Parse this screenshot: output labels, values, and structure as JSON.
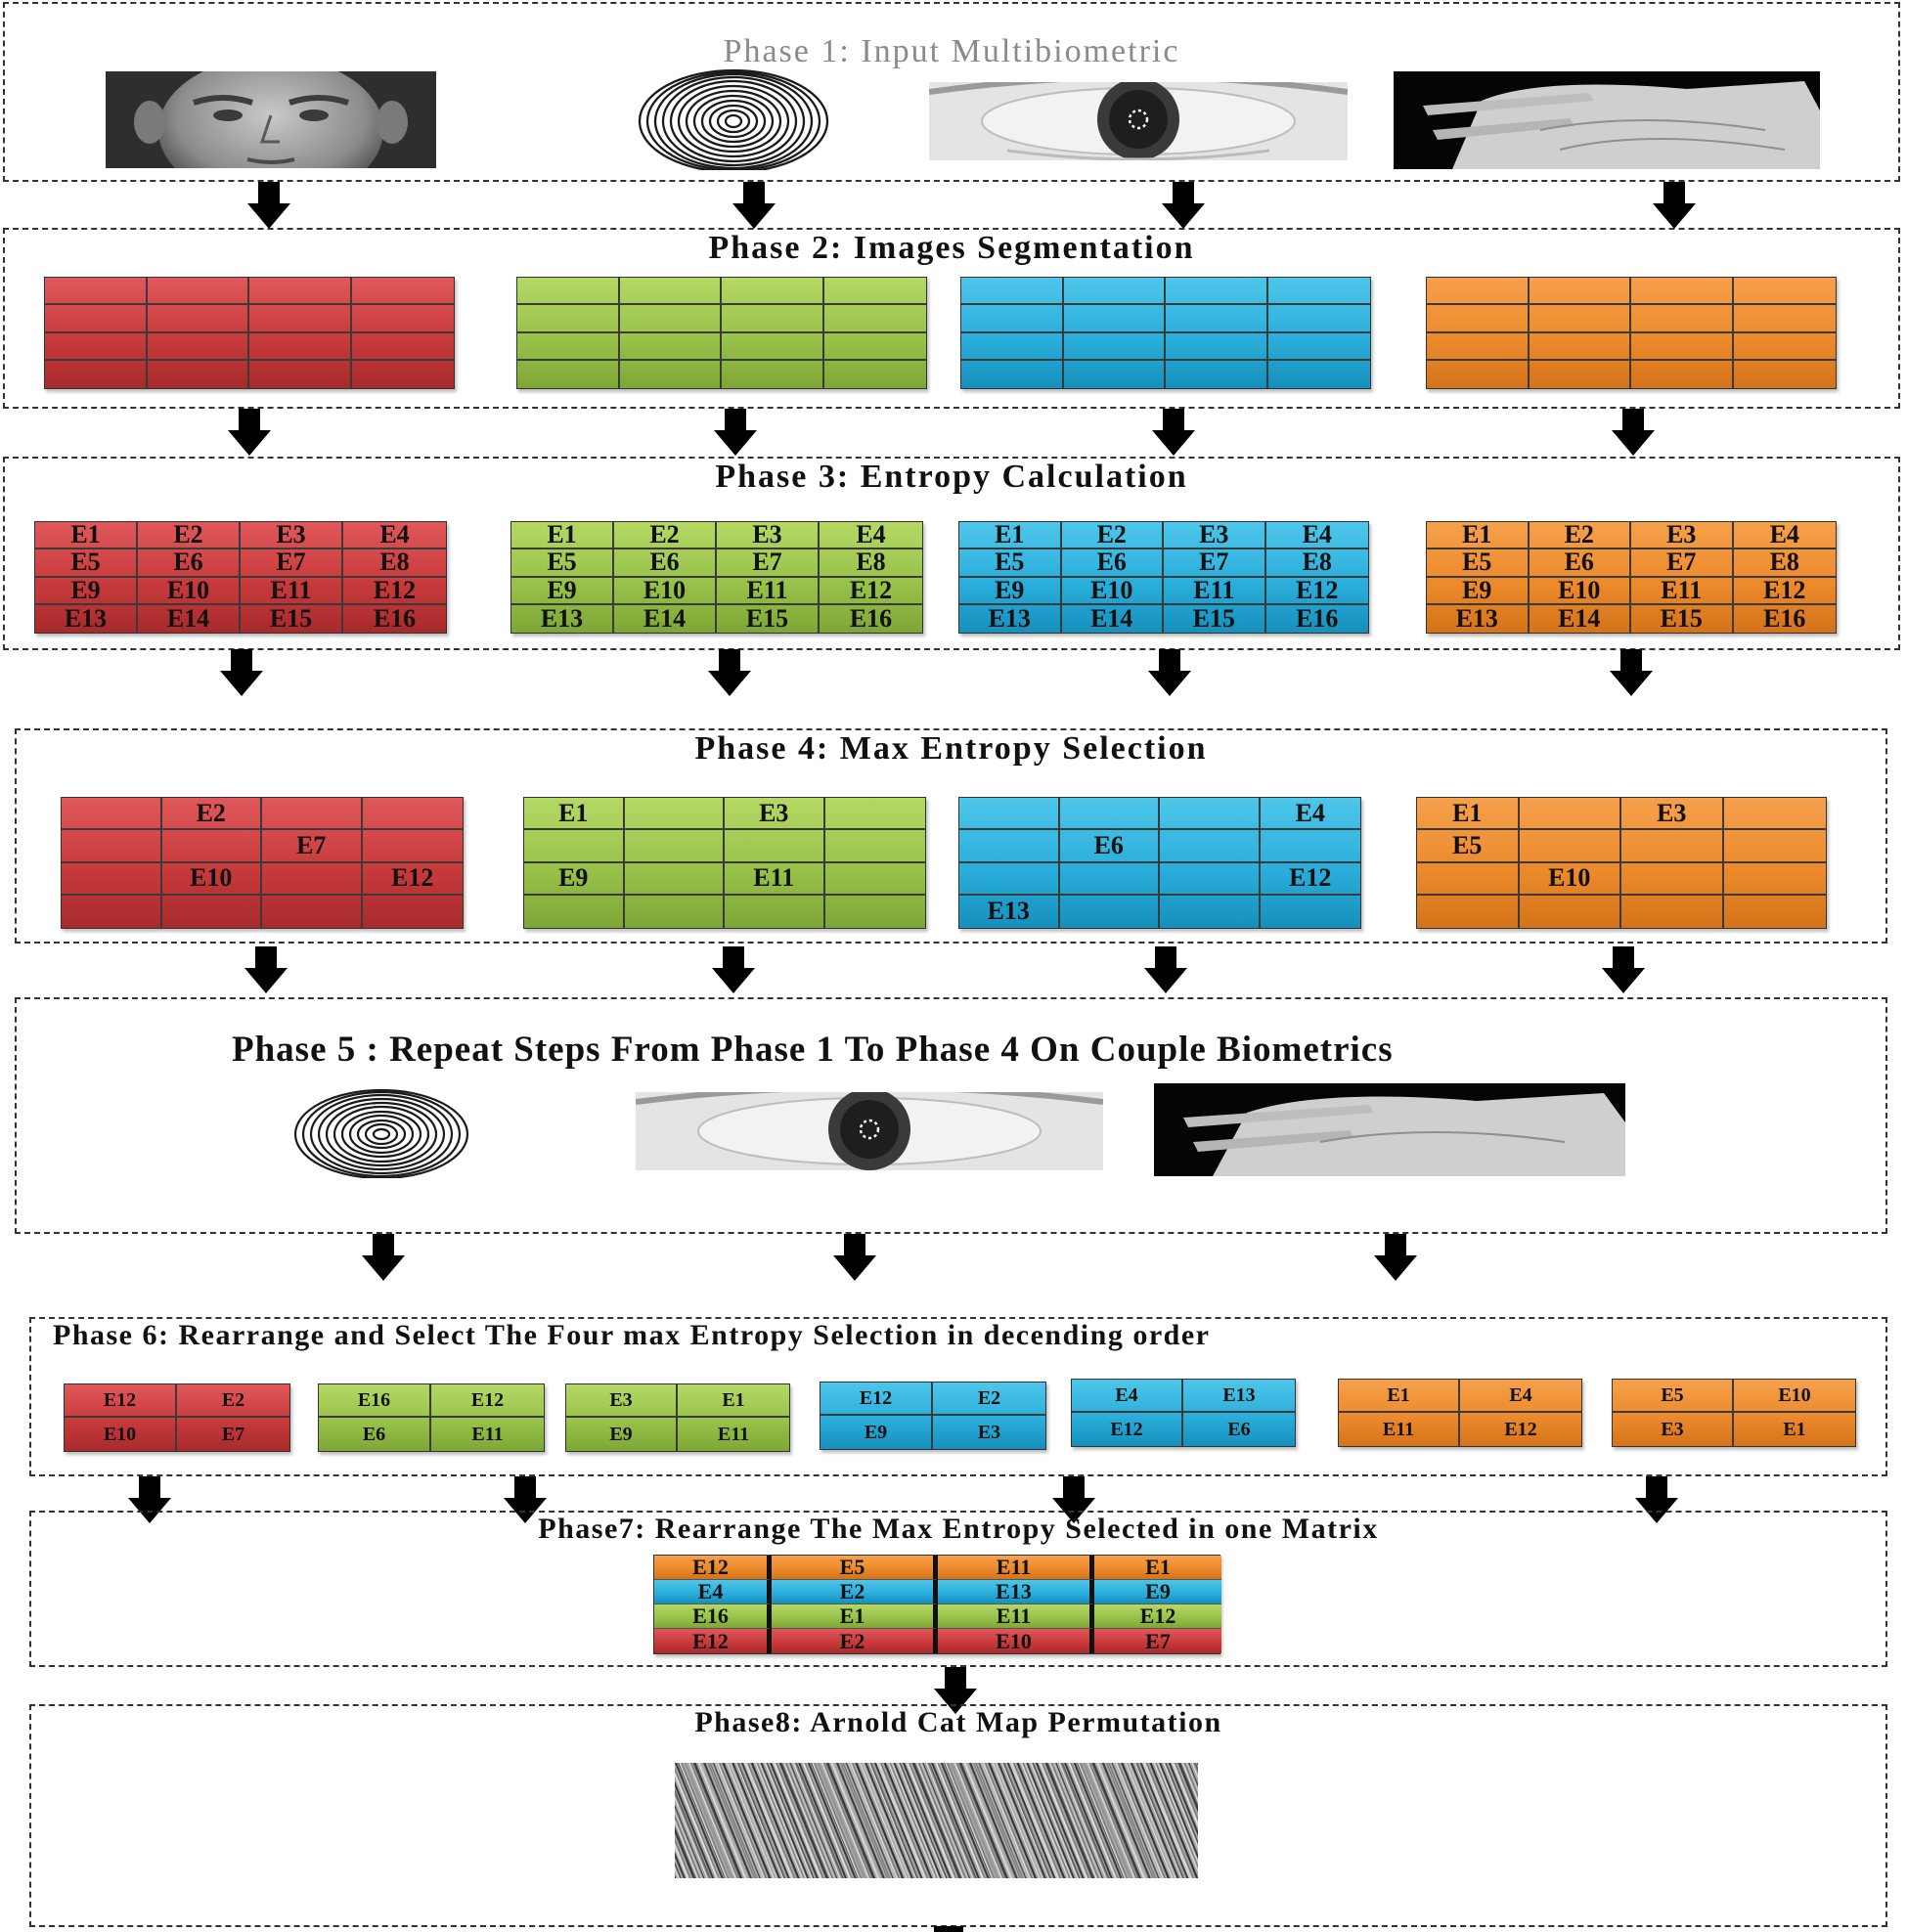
{
  "phase1": {
    "title": "Phase 1: Input Multibiometric"
  },
  "phase2": {
    "title": "Phase 2: Images Segmentation"
  },
  "phase3": {
    "title": "Phase 3: Entropy Calculation",
    "cells": [
      "E1",
      "E2",
      "E3",
      "E4",
      "E5",
      "E6",
      "E7",
      "E8",
      "E9",
      "E10",
      "E11",
      "E12",
      "E13",
      "E14",
      "E15",
      "E16"
    ]
  },
  "phase4": {
    "title": "Phase 4: Max Entropy Selection",
    "grids": [
      {
        "color": "red",
        "cells": [
          "",
          "E2",
          "",
          "",
          "",
          "",
          "E7",
          "",
          "",
          "E10",
          "",
          "E12",
          "",
          "",
          "",
          ""
        ]
      },
      {
        "color": "green",
        "cells": [
          "E1",
          "",
          "E3",
          "",
          "",
          "",
          "",
          "",
          "E9",
          "",
          "E11",
          "",
          "",
          "",
          "",
          ""
        ]
      },
      {
        "color": "blue",
        "cells": [
          "",
          "",
          "",
          "E4",
          "",
          "E6",
          "",
          "",
          "",
          "",
          "",
          "E12",
          "E13",
          "",
          "",
          ""
        ]
      },
      {
        "color": "orange",
        "cells": [
          "E1",
          "",
          "E3",
          "",
          "E5",
          "",
          "",
          "",
          "",
          "E10",
          "",
          "",
          "",
          "",
          "",
          ""
        ]
      }
    ]
  },
  "phase5": {
    "title": "Phase 5 : Repeat Steps From Phase 1 To Phase 4 On Couple Biometrics"
  },
  "phase6": {
    "title": "Phase 6: Rearrange and Select The Four max Entropy Selection in decending order",
    "grids": [
      {
        "color": "red",
        "cells": [
          "E12",
          "E2",
          "E10",
          "E7"
        ]
      },
      {
        "color": "green",
        "cells": [
          "E16",
          "E12",
          "E6",
          "E11"
        ]
      },
      {
        "color": "green",
        "cells": [
          "E3",
          "E1",
          "E9",
          "E11"
        ]
      },
      {
        "color": "blue",
        "cells": [
          "E12",
          "E2",
          "E9",
          "E3"
        ]
      },
      {
        "color": "blue",
        "cells": [
          "E4",
          "E13",
          "E12",
          "E6"
        ]
      },
      {
        "color": "orange",
        "cells": [
          "E1",
          "E4",
          "E11",
          "E12"
        ]
      },
      {
        "color": "orange",
        "cells": [
          "E5",
          "E10",
          "E3",
          "E1"
        ]
      }
    ]
  },
  "phase7": {
    "title": "Phase7: Rearrange The Max Entropy Selected in one Matrix",
    "rows": [
      {
        "color": "orange",
        "cells": [
          "E12",
          "E5",
          "E11",
          "E1"
        ]
      },
      {
        "color": "blue",
        "cells": [
          "E4",
          "E2",
          "E13",
          "E9"
        ]
      },
      {
        "color": "green",
        "cells": [
          "E16",
          "E1",
          "E11",
          "E12"
        ]
      },
      {
        "color": "red",
        "cells": [
          "E12",
          "E2",
          "E10",
          "E7"
        ]
      }
    ]
  },
  "phase8": {
    "title": "Phase8: Arnold Cat Map Permutation"
  }
}
